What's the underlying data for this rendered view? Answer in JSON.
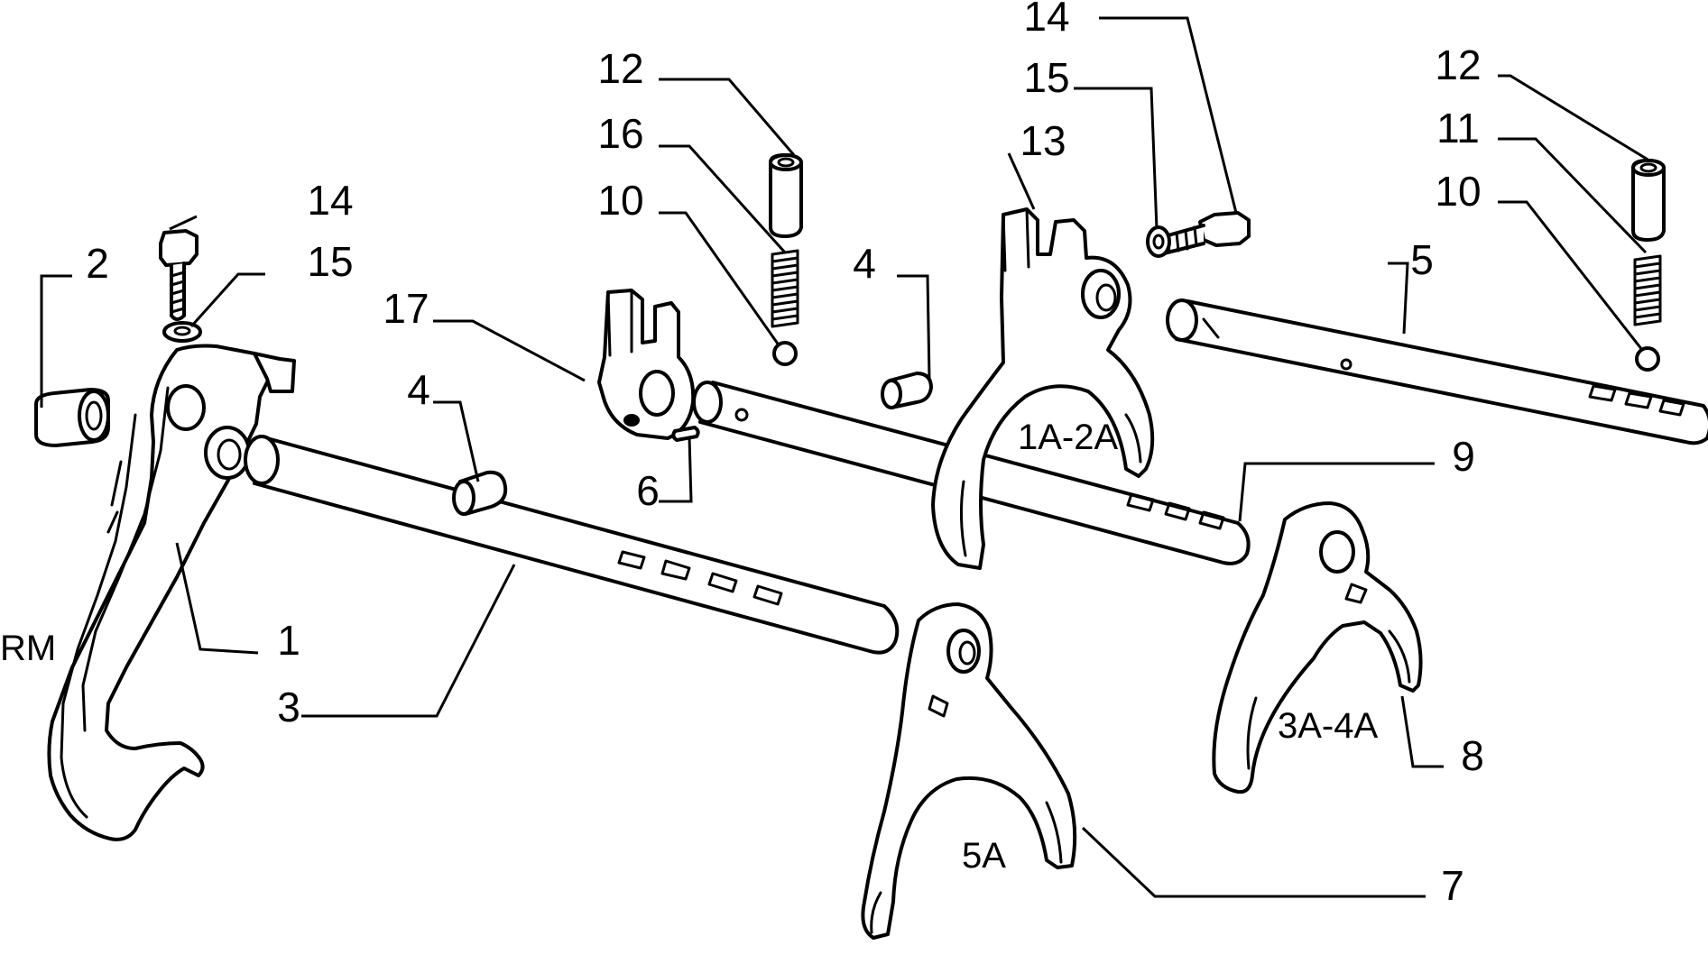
{
  "diagram": {
    "callouts": {
      "p1": "1",
      "p2": "2",
      "p3": "3",
      "p4a": "4",
      "p4b": "4",
      "p5": "5",
      "p6": "6",
      "p7": "7",
      "p8": "8",
      "p9": "9",
      "p10a": "10",
      "p10b": "10",
      "p11": "11",
      "p12a": "12",
      "p12b": "12",
      "p13": "13",
      "p14a": "14",
      "p14b": "14",
      "p15a": "15",
      "p15b": "15",
      "p16": "16",
      "p17": "17"
    },
    "gear_labels": {
      "reverse": "RM",
      "first_second": "1A-2A",
      "third_fourth": "3A-4A",
      "fifth": "5A"
    }
  }
}
